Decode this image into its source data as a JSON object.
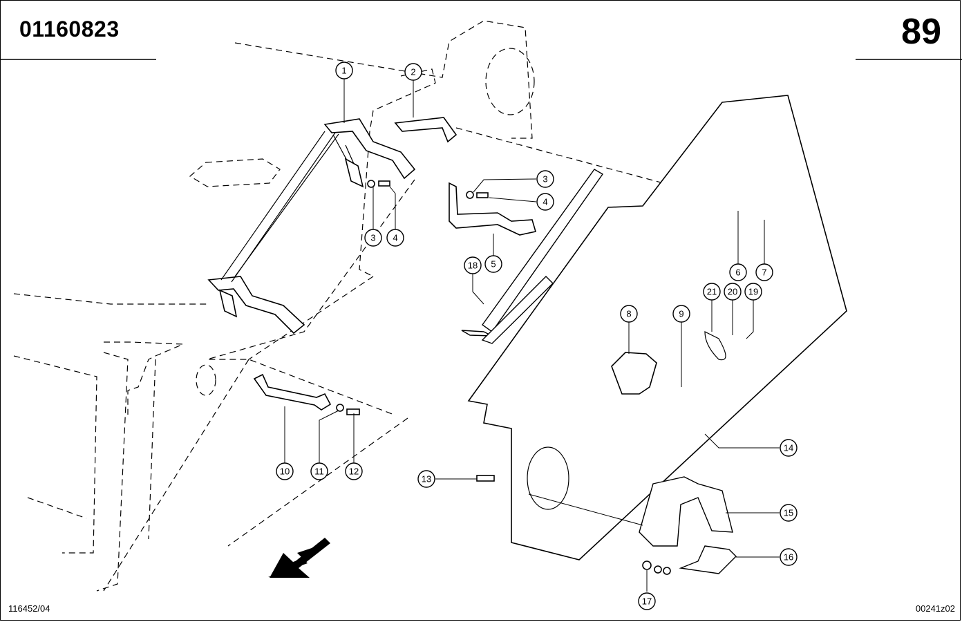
{
  "header": {
    "doc_number": "01160823",
    "page_number": "89"
  },
  "footer": {
    "ref_left": "116452/04",
    "ref_right": "00241z02"
  },
  "callouts": [
    "1",
    "2",
    "3",
    "4",
    "3",
    "4",
    "5",
    "18",
    "6",
    "7",
    "21",
    "20",
    "19",
    "8",
    "9",
    "10",
    "11",
    "12",
    "13",
    "14",
    "15",
    "16",
    "17"
  ],
  "icons": {
    "direction_arrow": "arrow-down-left-icon"
  }
}
